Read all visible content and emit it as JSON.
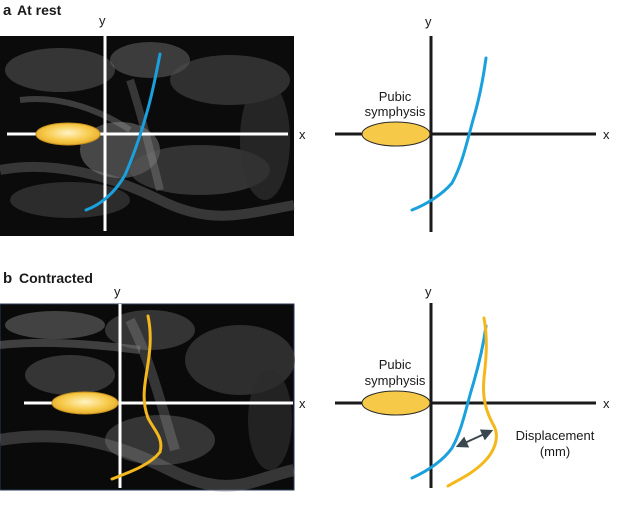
{
  "panel_a": {
    "letter": "a",
    "title": "At rest",
    "image_axis_x": "x",
    "image_axis_y": "y",
    "diagram_axis_x": "x",
    "diagram_axis_y": "y",
    "pubic_label_line1": "Pubic",
    "pubic_label_line2": "symphysis"
  },
  "panel_b": {
    "letter": "b",
    "title": "Contracted",
    "image_axis_x": "x",
    "image_axis_y": "y",
    "diagram_axis_x": "x",
    "diagram_axis_y": "y",
    "pubic_label_line1": "Pubic",
    "pubic_label_line2": "symphysis",
    "displacement_line1": "Displacement",
    "displacement_line2": "(mm)"
  },
  "colors": {
    "rest_curve": "#1aa0dc",
    "contracted_curve": "#f4b81c",
    "symphysis_fill": "#f7c948",
    "arrow": "#3a4750"
  }
}
